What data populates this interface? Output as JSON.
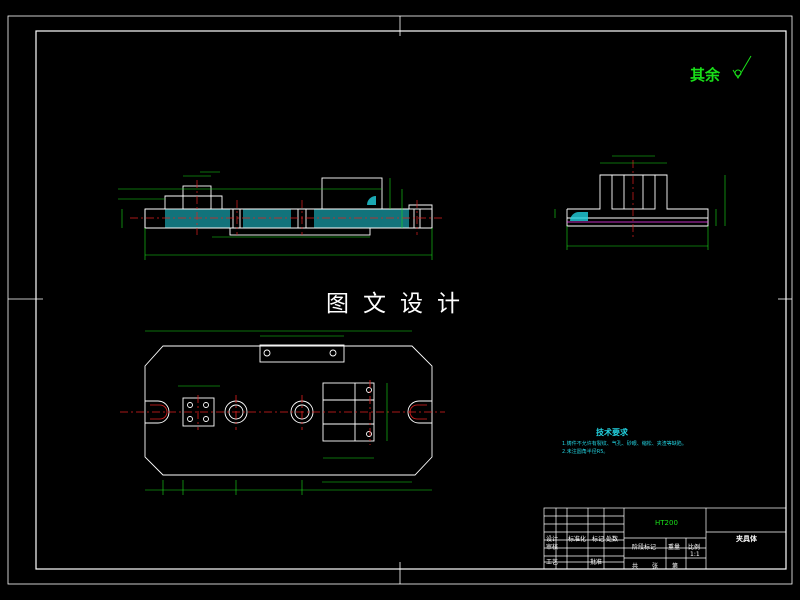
{
  "watermark": "图文设计",
  "roughness_note": "其余",
  "technical_requirements": {
    "title": "技术要求",
    "lines": [
      "1.铸件不允许有裂纹、气孔、砂眼、缩松、夹渣等缺陷。",
      "2.未注圆角半径R5。"
    ]
  },
  "title_block": {
    "material": "HT200",
    "part_name": "夹具体",
    "labels": {
      "design": "设计",
      "standardize": "标准化",
      "review": "审核",
      "process": "工艺",
      "approve": "批准",
      "mark": "标记",
      "count": "处数",
      "stage_mark": "阶段标记",
      "weight": "重量",
      "scale": "比例",
      "sheet_total": "共",
      "sheet_no": "第",
      "sheet": "张"
    },
    "scale_value": "1:1"
  },
  "colors": {
    "background": "#000000",
    "frame": "#ffffff",
    "dimension": "#19e019",
    "center_line": "#e02020",
    "hatch": "#22d2e0",
    "section_line": "#ff40ff"
  }
}
